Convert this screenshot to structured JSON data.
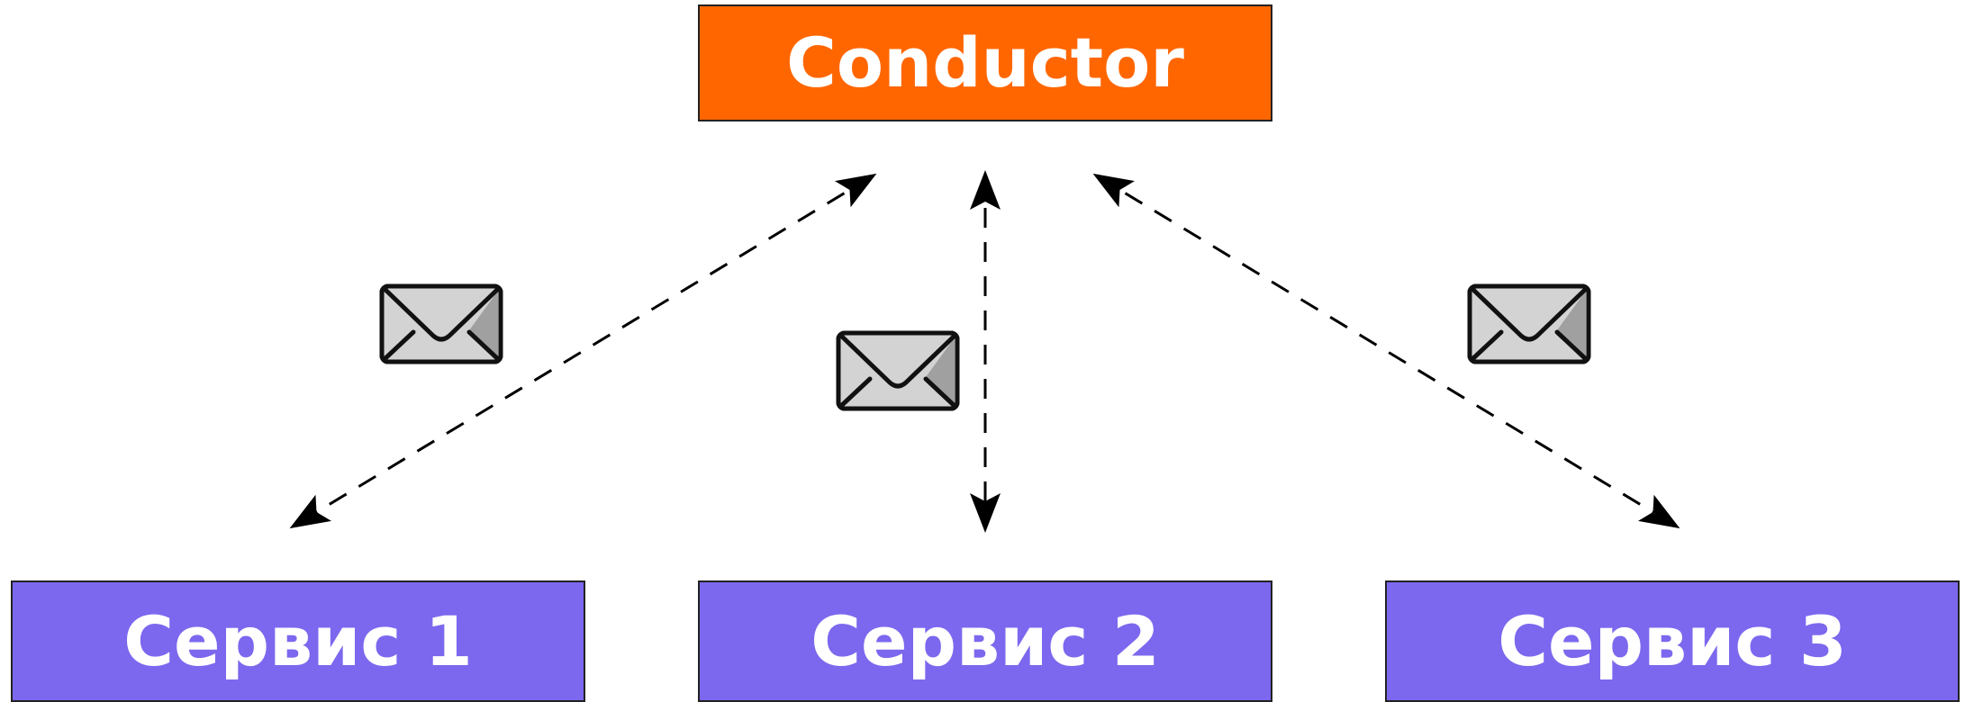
{
  "diagram": {
    "conductor": {
      "label": "Conductor",
      "color": "#ff6600"
    },
    "services": [
      {
        "label": "Сервис 1"
      },
      {
        "label": "Сервис 2"
      },
      {
        "label": "Сервис 3"
      }
    ],
    "service_color": "#7b68ee",
    "connections": [
      {
        "from": "Conductor",
        "to": "Сервис 1",
        "style": "dashed",
        "direction": "bidirectional",
        "message_icon": "envelope-icon"
      },
      {
        "from": "Conductor",
        "to": "Сервис 2",
        "style": "dashed",
        "direction": "bidirectional",
        "message_icon": "envelope-icon"
      },
      {
        "from": "Conductor",
        "to": "Сервис 3",
        "style": "dashed",
        "direction": "bidirectional",
        "message_icon": "envelope-icon"
      }
    ],
    "envelope_colors": {
      "body": "#d3d3d3",
      "shade": "#a0a0a0",
      "outline": "#111111"
    }
  }
}
